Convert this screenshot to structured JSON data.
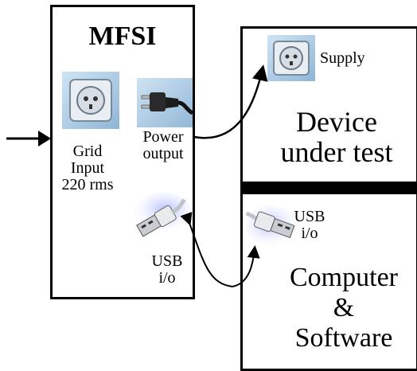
{
  "mfsi": {
    "title": "MFSI",
    "grid_input_label": "Grid\nInput\n220 rms",
    "power_output_label": "Power\noutput",
    "usb_label": "USB\ni/o"
  },
  "dut": {
    "supply_label": "Supply",
    "title": "Device\nunder test"
  },
  "computer": {
    "usb_label": "USB\ni/o",
    "title": "Computer\n&\nSoftware"
  },
  "icons": [
    "power-socket-icon",
    "power-plug-icon",
    "usb-connector-icon"
  ]
}
